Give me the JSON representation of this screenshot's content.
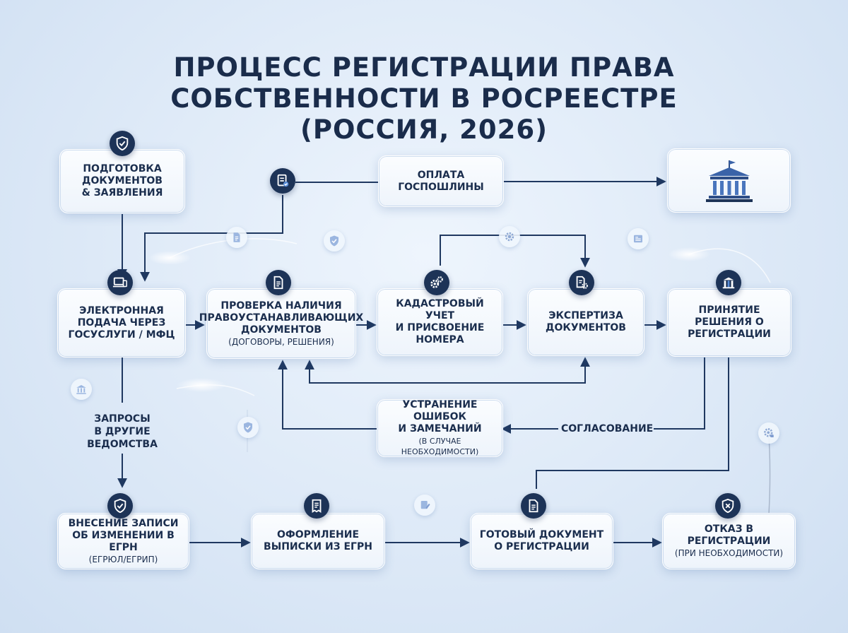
{
  "title": {
    "line1": "ПРОЦЕСС РЕГИСТРАЦИИ ПРАВА",
    "line2": "СОБСТВЕННОСТИ В РОСРЕЕСТРЕ",
    "line3": "(РОССИЯ, 2026)"
  },
  "nodes": {
    "prep": {
      "line1": "ПОДГОТОВКА",
      "line2": "ДОКУМЕНТОВ",
      "line3": "& ЗАЯВЛЕНИЯ"
    },
    "fee": {
      "line1": "ОПЛАТА",
      "line2": "ГОСПОШЛИНЫ"
    },
    "submit": {
      "line1": "ЭЛЕКТРОННАЯ",
      "line2": "ПОДАЧА ЧЕРЕЗ",
      "line3": "ГОСУСЛУГИ / МФЦ"
    },
    "check": {
      "line1": "ПРОВЕРКА НАЛИЧИЯ",
      "line2": "ПРАВОУСТАНАВЛИВАЮЩИХ",
      "line3": "ДОКУМЕНТОВ",
      "sub": "(ДОГОВОРЫ, РЕШЕНИЯ)"
    },
    "cadastre": {
      "line1": "КАДАСТРОВЫЙ УЧЕТ",
      "line2": "И ПРИСВОЕНИЕ",
      "line3": "НОМЕРА"
    },
    "expertise": {
      "line1": "ЭКСПЕРТИЗА",
      "line2": "ДОКУМЕНТОВ"
    },
    "decision": {
      "line1": "ПРИНЯТИЕ",
      "line2": "РЕШЕНИЯ О",
      "line3": "РЕГИСТРАЦИИ"
    },
    "fix": {
      "line1": "УСТРАНЕНИЕ ОШИБОК",
      "line2": "И ЗАМЕЧАНИЙ",
      "sub": "(В СЛУЧАЕ НЕОБХОДИМОСТИ)"
    },
    "record": {
      "line1": "ВНЕСЕНИЕ ЗАПИСИ",
      "line2": "ОБ ИЗМЕНЕНИИ В ЕГРН",
      "sub": "(ЕГРЮЛ/ЕГРИП)"
    },
    "extract": {
      "line1": "ОФОРМЛЕНИЕ",
      "line2": "ВЫПИСКИ ИЗ ЕГРН"
    },
    "ready": {
      "line1": "ГОТОВЫЙ ДОКУМЕНТ",
      "line2": "О РЕГИСТРАЦИИ"
    },
    "refuse": {
      "line1": "ОТКАЗ В РЕГИСТРАЦИИ",
      "sub": "(ПРИ НЕОБХОДИМОСТИ)"
    }
  },
  "labels": {
    "requests": {
      "line1": "ЗАПРОСЫ",
      "line2": "В ДРУГИЕ",
      "line3": "ВЕДОМСТВА"
    },
    "approval": "СОГЛАСОВАНИЕ"
  },
  "icons": {
    "prep": "shield-check-icon",
    "fee_link": "document-check-icon",
    "registry": "government-building-icon",
    "submit": "devices-icon",
    "check": "document-icon",
    "cadastre": "gears-icon",
    "expertise": "document-gear-icon",
    "decision": "building-icon",
    "record": "shield-check-icon",
    "extract": "receipt-icon",
    "ready": "document-icon",
    "refuse": "shield-x-icon"
  },
  "colors": {
    "primary": "#1d3357",
    "line": "#1f3860",
    "background": "#dde9f7",
    "text": "#1b2e4e"
  }
}
